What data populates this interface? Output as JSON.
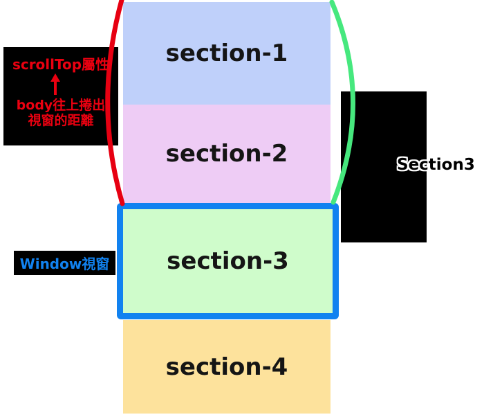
{
  "sections": [
    {
      "label": "section-1",
      "color": "#bfd0fa"
    },
    {
      "label": "section-2",
      "color": "#eeccf5"
    },
    {
      "label": "section-3",
      "color": "#cffccb"
    },
    {
      "label": "section-4",
      "color": "#fde29c"
    }
  ],
  "notes": {
    "scrolltop": {
      "property": "scrollTop屬性",
      "desc_line1": "body往上捲出",
      "desc_line2": "視窗的距離",
      "text_color": "#ea0010",
      "bg_color": "#000000",
      "arrow_icon": "up-arrow"
    },
    "window_label": {
      "text": "Window視窗",
      "text_color": "#1182f0",
      "bg_color": "#000000"
    },
    "right_label": {
      "text": "Section3",
      "text_color": "#000000",
      "outline_color": "#ffffff"
    }
  },
  "viewport": {
    "border_color": "#1182f0"
  },
  "brackets": {
    "left_color": "#e70012",
    "right_color": "#46e87e"
  }
}
